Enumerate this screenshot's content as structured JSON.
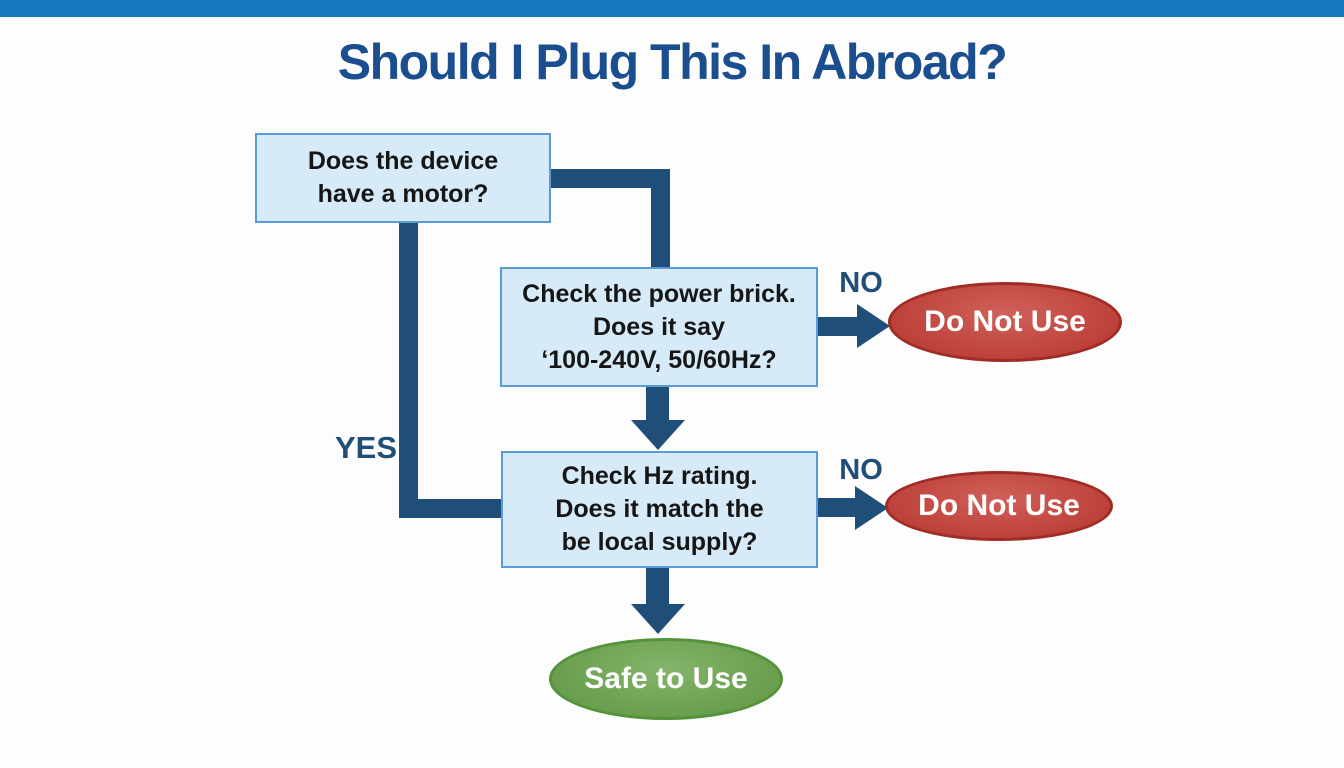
{
  "title": "Should I Plug This In Abroad?",
  "colors": {
    "top_bar": "#1878bd",
    "title_text": "#1b4e8e",
    "box_fill": "#d6eaf7",
    "box_border": "#5b9bd5",
    "connector": "#1f4e79",
    "label_text": "#1f4e79",
    "stop_fill": "#c7423a",
    "stop_border": "#9f2d26",
    "go_fill": "#6da64f",
    "go_border": "#55933b",
    "terminal_text": "#ffffff",
    "box_text": "#161616"
  },
  "nodes": {
    "q1": {
      "lines": [
        "Does the device",
        "have a motor?"
      ]
    },
    "q2": {
      "lines": [
        "Check the power brick.",
        "Does it say",
        "‘100-240V, 50/60Hz?"
      ]
    },
    "q3": {
      "lines": [
        "Check Hz rating.",
        "Does it match the",
        "be local supply?"
      ]
    },
    "stop1": {
      "label": "Do Not Use"
    },
    "stop2": {
      "label": "Do Not Use"
    },
    "go": {
      "label": "Safe to Use"
    }
  },
  "edges": {
    "yes_label": "YES",
    "no_label_1": "NO",
    "no_label_2": "NO"
  }
}
